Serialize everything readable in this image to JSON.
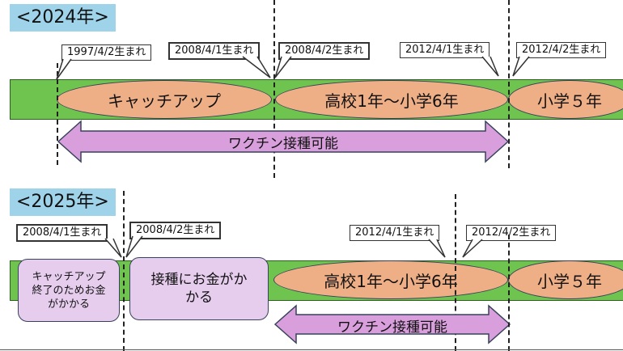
{
  "colors": {
    "band": "#6fc44f",
    "oval": "#efaf86",
    "box": "#e6cdee",
    "arrow": "#d89fdc",
    "year_label": "#9fd3ea"
  },
  "section_2024": {
    "year_label": "<2024年>",
    "callouts": [
      "1997/4/2生まれ",
      "2008/4/1生まれ",
      "2008/4/2生まれ",
      "2012/4/1生まれ",
      "2012/4/2生まれ"
    ],
    "ovals": [
      "キャッチアップ",
      "高校1年～小学6年",
      "小学５年"
    ],
    "arrow_label": "ワクチン接種可能"
  },
  "section_2025": {
    "year_label": "<2025年>",
    "callouts": [
      "2008/4/1生まれ",
      "2008/4/2生まれ",
      "2012/4/1生まれ",
      "2012/4/2生まれ"
    ],
    "boxes": [
      "キャッチアップ\n終了のためお金\nがかかる",
      "接種にお金がか\nかる"
    ],
    "ovals": [
      "高校1年～小学6年",
      "小学５年"
    ],
    "arrow_label": "ワクチン接種可能"
  }
}
